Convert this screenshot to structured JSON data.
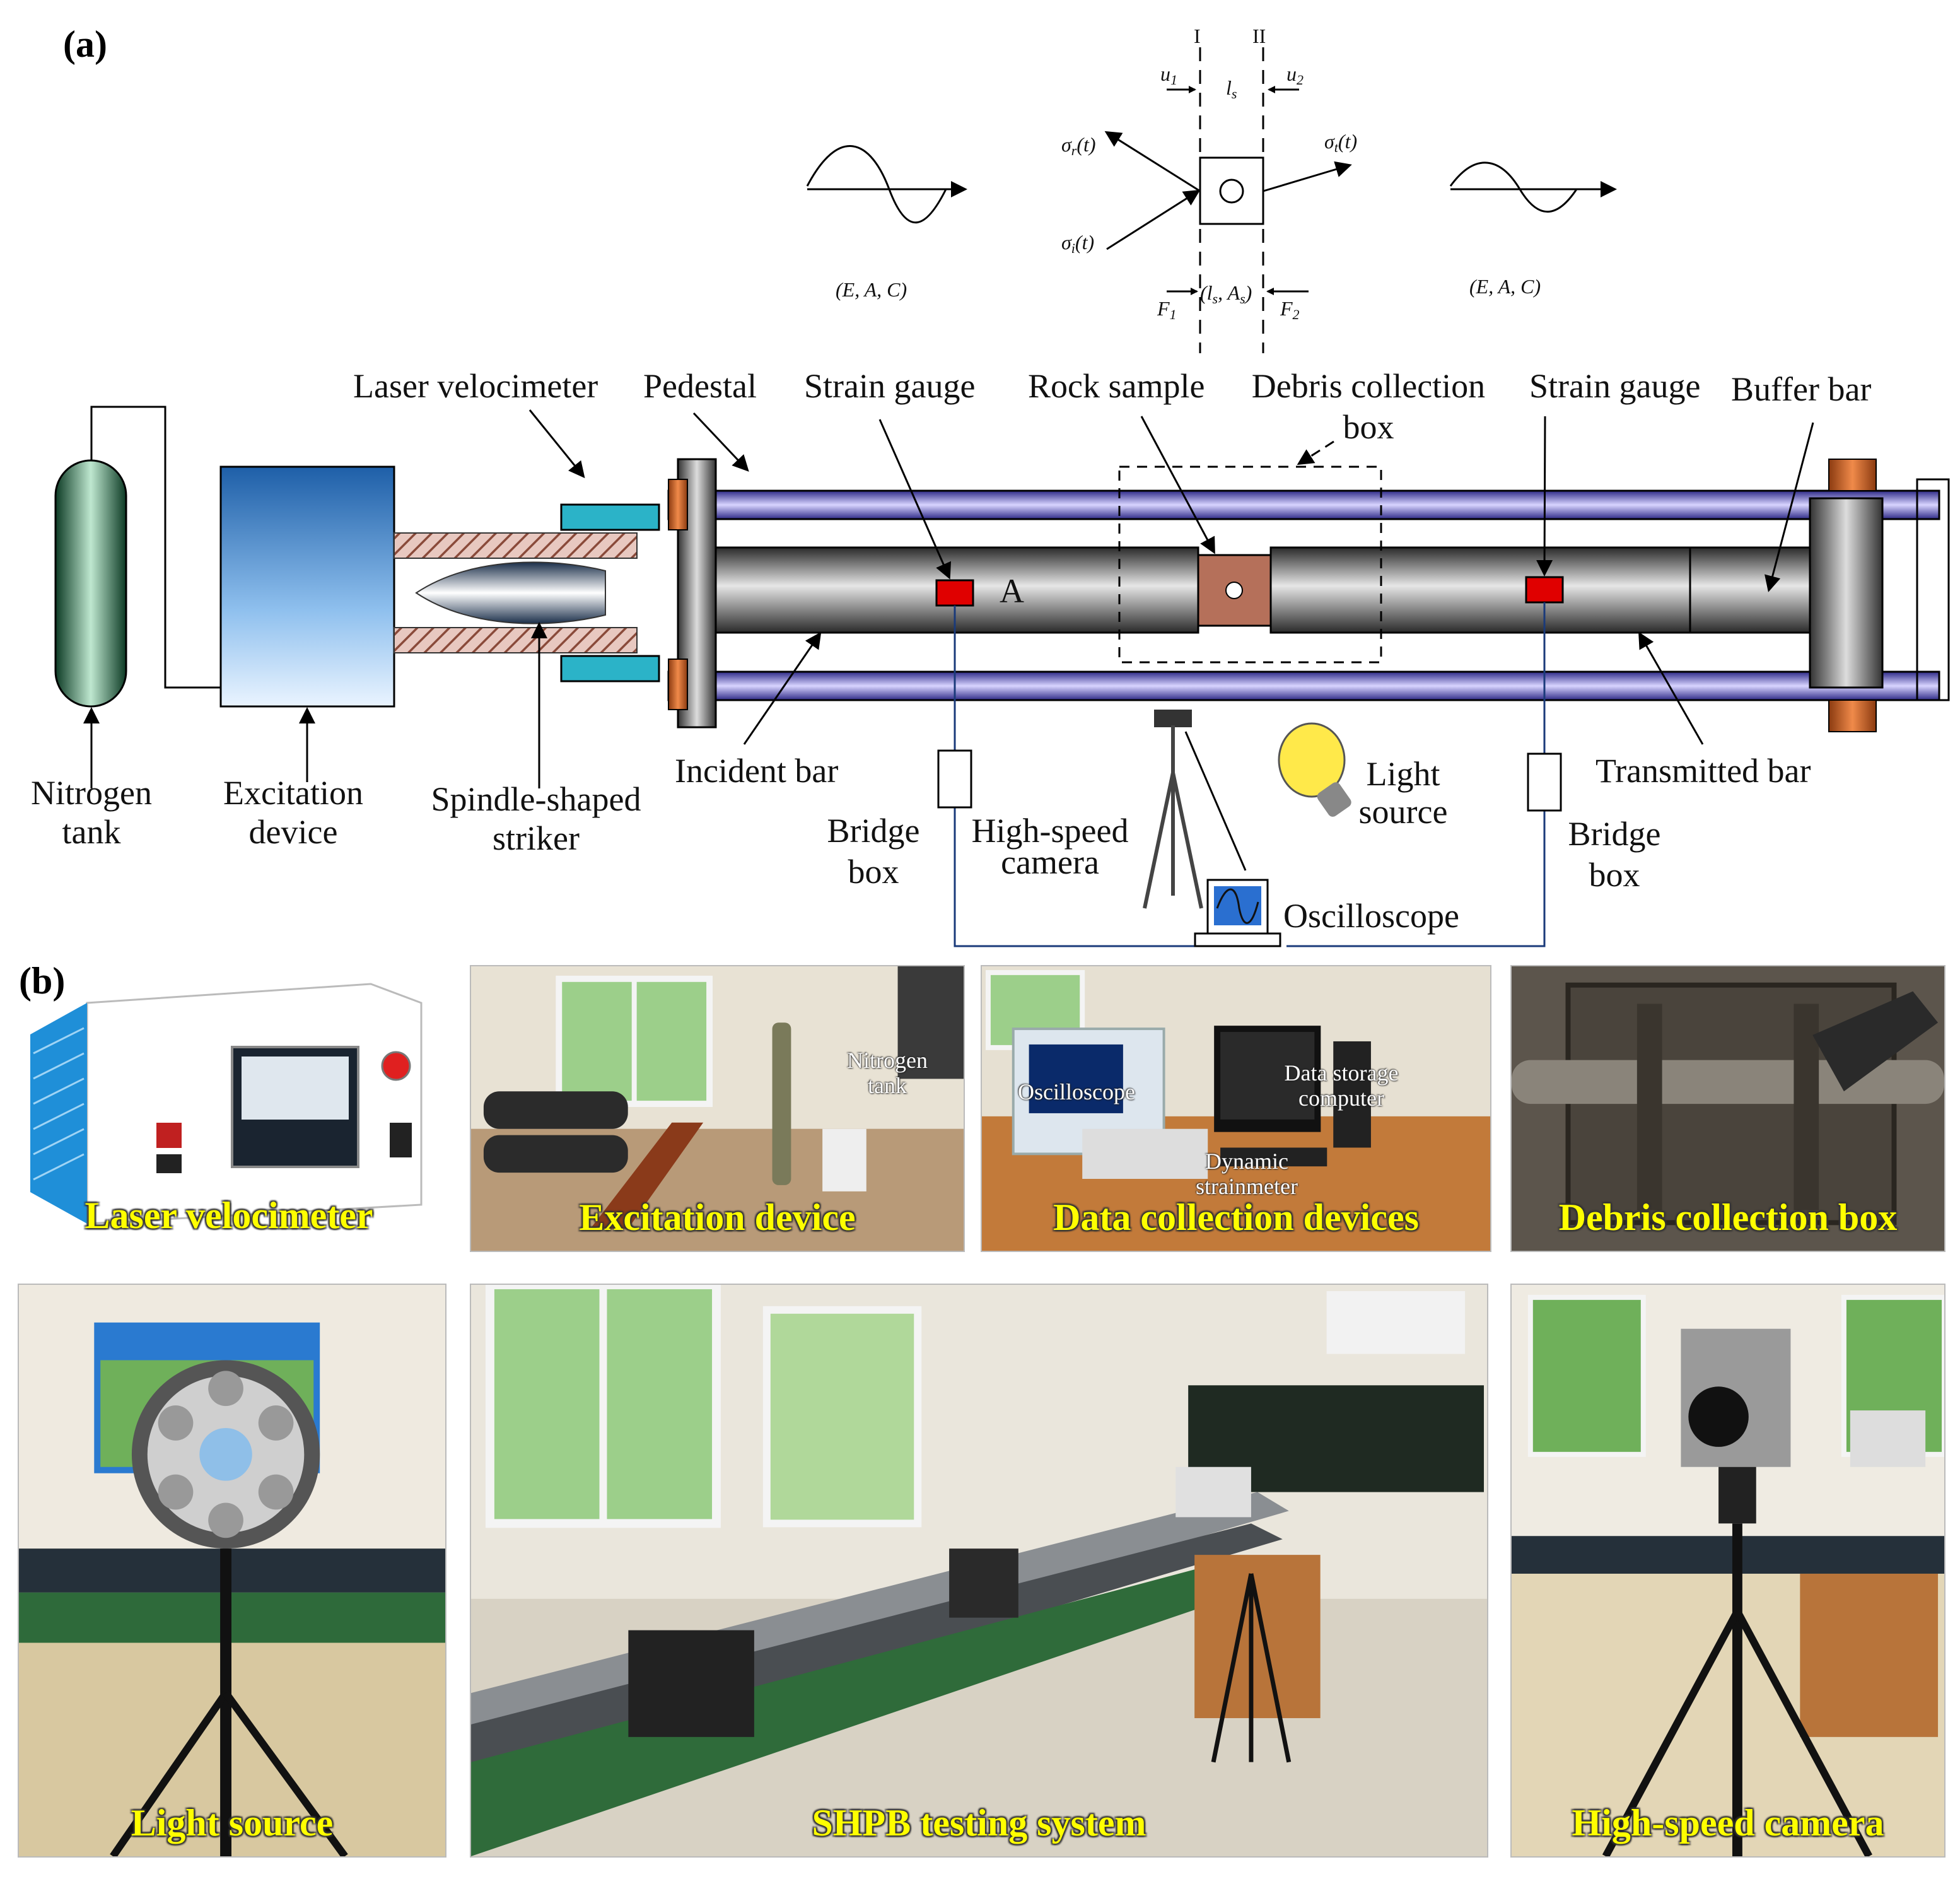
{
  "panel_a": {
    "tag": "(a)",
    "model": {
      "section_I": "I",
      "section_II": "II",
      "u1": "u",
      "u1_sub": "1",
      "u2": "u",
      "u2_sub": "2",
      "ls": "l",
      "ls_sub": "s",
      "sigma_r": "σ",
      "sigma_r_sub": "r",
      "sigma_r_arg": "(t)",
      "sigma_i": "σ",
      "sigma_i_sub": "i",
      "sigma_i_arg": "(t)",
      "sigma_t": "σ",
      "sigma_t_sub": "t",
      "sigma_t_arg": "(t)",
      "bar_props_left": "(E, A, C)",
      "bar_props_right": "(E, A, C)",
      "sample_props": "(l",
      "sample_props_s1": "s",
      "sample_props_mid": ", A",
      "sample_props_s2": "s",
      "sample_props_end": ")",
      "F1": "F",
      "F1_sub": "1",
      "F2": "F",
      "F2_sub": "2"
    },
    "labels": {
      "nitrogen_tank": [
        "Nitrogen",
        "tank"
      ],
      "excitation_device": [
        "Excitation",
        "device"
      ],
      "laser_velocimeter": "Laser velocimeter",
      "pedestal": "Pedestal",
      "spindle_striker": [
        "Spindle-shaped",
        "striker"
      ],
      "strain_gauge_left": "Strain gauge",
      "strain_gauge_right": "Strain gauge",
      "rock_sample": "Rock sample",
      "debris_box": [
        "Debris collection",
        "box"
      ],
      "buffer_bar": "Buffer bar",
      "incident_bar": "Incident bar",
      "transmitted_bar": "Transmitted bar",
      "point_a": "A",
      "bridge_box_left": [
        "Bridge",
        "box"
      ],
      "bridge_box_right": [
        "Bridge",
        "box"
      ],
      "high_speed_camera": [
        "High-speed",
        "camera"
      ],
      "light_source": [
        "Light",
        "source"
      ],
      "oscilloscope": "Oscilloscope"
    }
  },
  "panel_b": {
    "tag": "(b)",
    "photos": [
      {
        "caption": "Laser velocimeter"
      },
      {
        "caption": "Excitation device",
        "inline": [
          "Nitrogen",
          "tank"
        ]
      },
      {
        "caption": "Data collection devices",
        "inline_osc": "Oscilloscope",
        "inline_dsc": [
          "Data storage",
          "computer"
        ],
        "inline_dyn": [
          "Dynamic",
          "strainmeter"
        ]
      },
      {
        "caption": "Debris collection box"
      },
      {
        "caption": "Light source"
      },
      {
        "caption": "SHPB testing system"
      },
      {
        "caption": "High-speed camera"
      }
    ]
  },
  "colors": {
    "cyan_block": "#2bb3c8",
    "copper": "#c8602a",
    "rail_purple": "#6a5acd",
    "gauge_red": "#e00000",
    "sample_brown": "#b5705a",
    "caption_yellow": "#ffff00"
  }
}
